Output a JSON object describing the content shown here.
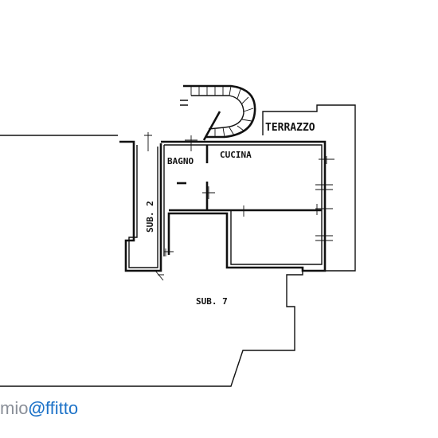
{
  "labels": {
    "terrazzo": "TERRAZZO",
    "cucina": "CUCINA",
    "bagno": "BAGNO",
    "sub2": "SUB. 2",
    "sub7": "SUB. 7"
  },
  "watermark": {
    "prefix": "mio",
    "at": "@",
    "suffix": "ffitto",
    "color": "#1e73c8"
  }
}
